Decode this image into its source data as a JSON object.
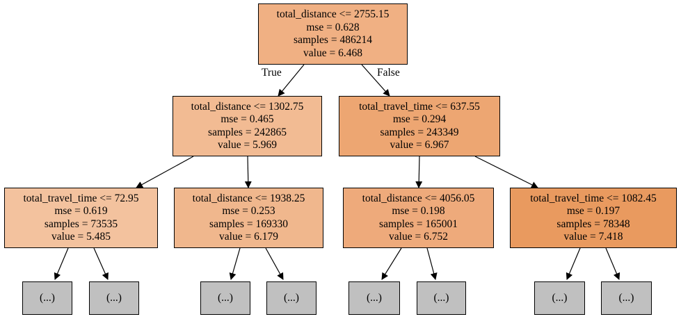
{
  "tree": {
    "root": {
      "split": "total_distance <= 2755.15",
      "mse": "mse = 0.628",
      "samples": "samples = 486214",
      "value": "value = 6.468",
      "color": "#f0b083"
    },
    "edge_true": "True",
    "edge_false": "False",
    "n1": {
      "split": "total_distance <= 1302.75",
      "mse": "mse = 0.465",
      "samples": "samples = 242865",
      "value": "value = 5.969",
      "color": "#f2bb93"
    },
    "n2": {
      "split": "total_travel_time <= 637.55",
      "mse": "mse = 0.294",
      "samples": "samples = 243349",
      "value": "value = 6.967",
      "color": "#eda672"
    },
    "n3": {
      "split": "total_travel_time <= 72.95",
      "mse": "mse = 0.619",
      "samples": "samples = 73535",
      "value": "value = 5.485",
      "color": "#f3c29e"
    },
    "n4": {
      "split": "total_distance <= 1938.25",
      "mse": "mse = 0.253",
      "samples": "samples = 169330",
      "value": "value = 6.179",
      "color": "#f0b78d"
    },
    "n5": {
      "split": "total_distance <= 4056.05",
      "mse": "mse = 0.198",
      "samples": "samples = 165001",
      "value": "value = 6.752",
      "color": "#eeaa7b"
    },
    "n6": {
      "split": "total_travel_time <= 1082.45",
      "mse": "mse = 0.197",
      "samples": "samples = 78348",
      "value": "value = 7.418",
      "color": "#e99a5f"
    },
    "leaf_label": "(...)",
    "leaf_color": "#c0c0c0"
  }
}
